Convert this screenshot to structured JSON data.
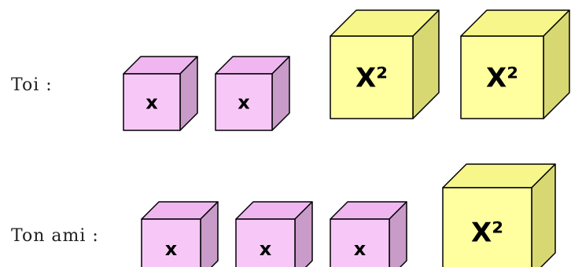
{
  "rows": [
    {
      "label": "Toi :",
      "cubes": [
        {
          "kind": "x",
          "text": "x"
        },
        {
          "kind": "x",
          "text": "x"
        },
        {
          "kind": "x2",
          "text": "X²"
        },
        {
          "kind": "x2",
          "text": "X²"
        }
      ]
    },
    {
      "label": "Ton ami :",
      "cubes": [
        {
          "kind": "x",
          "text": "x"
        },
        {
          "kind": "x",
          "text": "x"
        },
        {
          "kind": "x",
          "text": "x"
        },
        {
          "kind": "x2",
          "text": "X²"
        }
      ]
    }
  ],
  "colors": {
    "x_front": "#f7c8f7",
    "x_top": "#f0b6f0",
    "x_side": "#c99bc9",
    "x2_front": "#ffff9f",
    "x2_top": "#f6f68a",
    "x2_side": "#d8d873",
    "stroke": "#000000",
    "text": "#000000"
  }
}
